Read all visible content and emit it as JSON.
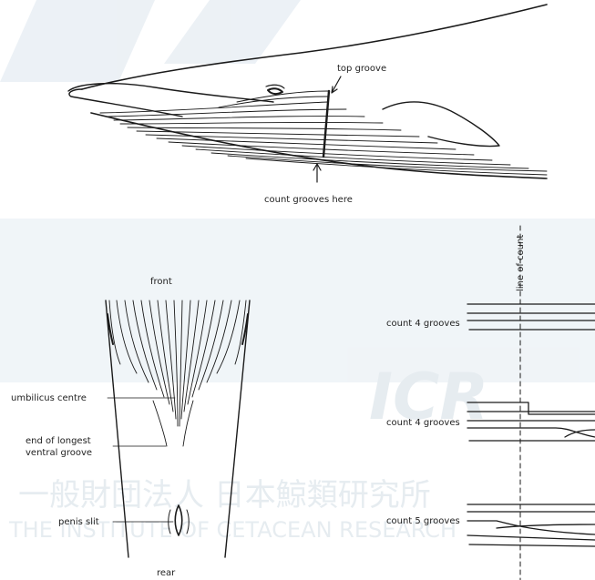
{
  "whale_side_view": {
    "top_groove_label": "top groove",
    "count_here_label": "count grooves here"
  },
  "ventral_view": {
    "front_label": "front",
    "rear_label": "rear",
    "umbilicus_label": "umbilicus centre",
    "longest_groove_label_line1": "end of longest",
    "longest_groove_label_line2": "ventral groove",
    "penis_slit_label": "penis slit"
  },
  "groove_count_examples": {
    "line_of_count_label": "line of count",
    "examples": [
      {
        "label": "count 4 grooves"
      },
      {
        "label": "count 4 grooves"
      },
      {
        "label": "count 5 grooves"
      }
    ]
  },
  "watermark": {
    "japanese_text": "一般財団法人 日本鯨類研究所",
    "english_text": "THE INSTITUTE OF CETACEAN RESEARCH",
    "logo_text": "ICR"
  },
  "colors": {
    "ink": "#1a1a1a",
    "watermark": "#d2dde5"
  }
}
